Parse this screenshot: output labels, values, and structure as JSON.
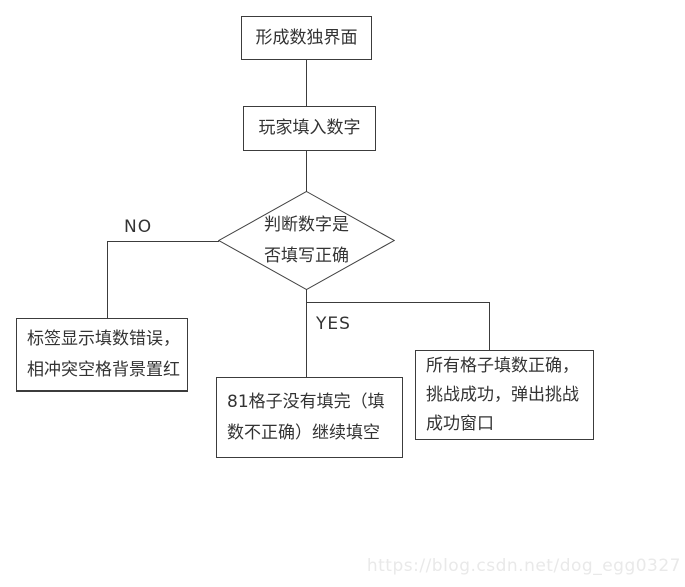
{
  "flowchart": {
    "nodes": {
      "start": "形成数独界面",
      "input": "玩家填入数字",
      "decision": "判断数字是\n否填写正确",
      "error": "标签显示填数错误，\n相冲突空格背景置红",
      "continue": "81格子没有填完（填\n数不正确）继续填空",
      "success": "所有格子填数正确，\n挑战成功，弹出挑战\n成功窗口"
    },
    "branch_labels": {
      "no": "NO",
      "yes": "YES"
    }
  },
  "watermark": "https://blog.csdn.net/dog_egg0327",
  "colors": {
    "line": "#3c3c3c",
    "text": "#333333",
    "background": "#ffffff",
    "watermark": "#e9e9e9"
  }
}
